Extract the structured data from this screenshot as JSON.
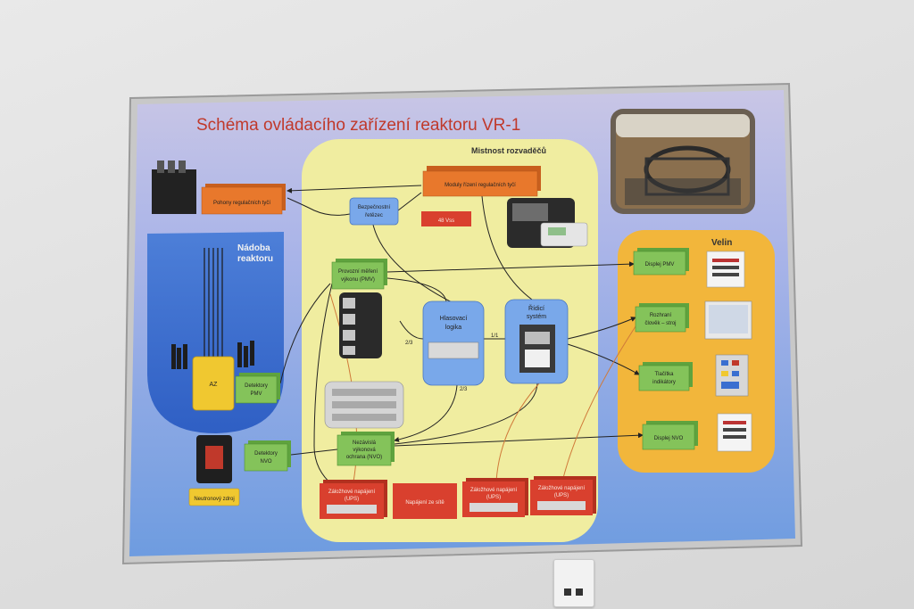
{
  "poster": {
    "title": "Schéma ovládacího zařízení reaktoru VR-1",
    "room_label": "Mistnost rozvaděčů",
    "vessel_label_1": "Nádoba",
    "vessel_label_2": "reaktoru",
    "velin_label": "Velin",
    "blocks": {
      "pohony": "Pohony regulačních tyčí",
      "moduly": "Moduly řízení regulačních tyčí",
      "bezpecnostni_1": "Bezpečnostní",
      "bezpecnostni_2": "řetězec",
      "vdc": "48 Vss",
      "provozni_1": "Provozní měření",
      "provozni_2": "výkonu (PMV)",
      "hlasovaci_1": "Hlasovací",
      "hlasovaci_2": "logika",
      "ridici_1": "Řídicí",
      "ridici_2": "systém",
      "az": "AZ",
      "detektory_pmv_1": "Detektory",
      "detektory_pmv_2": "PMV",
      "detektory_nvo_1": "Detektory",
      "detektory_nvo_2": "NVO",
      "nezavisla_1": "Nezávislá",
      "nezavisla_2": "výkonová",
      "nezavisla_3": "ochrana (NVO)",
      "neutronovy": "Neutronový zdroj",
      "ups1_1": "Záložhové napájení",
      "ups1_2": "(UPS)",
      "napajeni_site": "Napájení ze sítě",
      "ups2_1": "Záložhové napájení",
      "ups2_2": "(UPS)",
      "ups3_1": "Záložhové napájení",
      "ups3_2": "(UPS)",
      "displej_pmv": "Displej PMV",
      "rozhrani_1": "Rozhraní",
      "rozhrani_2": "člověk – stroj",
      "tlacitka_1": "Tlačítka",
      "tlacitka_2": "indikátory",
      "displej_nvo": "Displej NVO"
    },
    "ratios": {
      "r_2_3_left": "2/3",
      "r_1_1": "1/1",
      "r_2_3_bottom": "2/3"
    }
  },
  "colors": {
    "poster_bg": "#7f9fe0",
    "title_red": "#c0392b",
    "room_yellow": "#f0eda0",
    "vessel_blue": "#3d6fd0",
    "velin_orange": "#f2b63b",
    "block_orange": "#e8782c",
    "block_green": "#84c35a",
    "block_blue": "#79a8ea",
    "block_red": "#d9402e",
    "block_yellow": "#f0c830"
  }
}
